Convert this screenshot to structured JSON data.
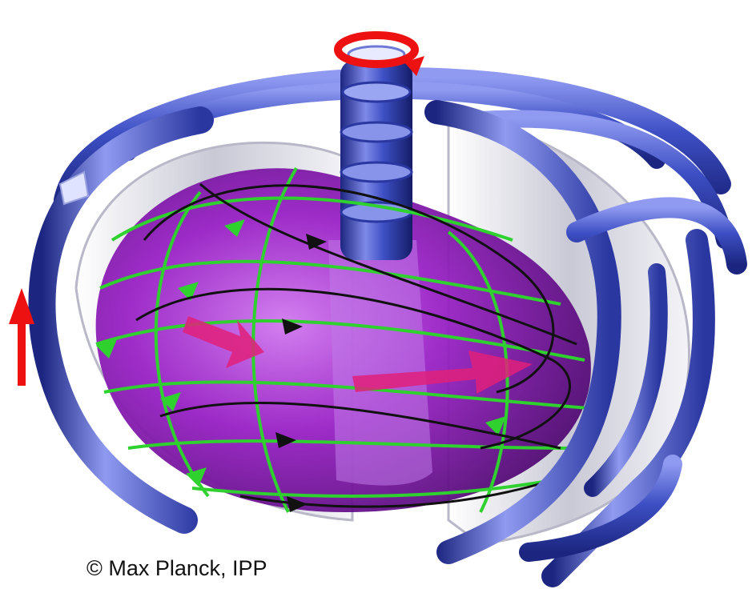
{
  "credit": "© Max Planck, IPP",
  "colors": {
    "background": "#ffffff",
    "coil": "#3d4fc4",
    "coil_highlight": "#aab3f2",
    "coil_dark": "#1c2680",
    "plasma": "#9a22c6",
    "plasma_dark": "#5b0d80",
    "field_line_green": "#2ed12e",
    "field_line_black": "#111111",
    "current_arrow": "#ee1111",
    "pink_arrow": "#e0207a",
    "vessel_liner": "#e6e6ee"
  },
  "icons": {
    "rotation_arrow": "circular-arrow",
    "vertical_arrow": "up-arrow"
  }
}
